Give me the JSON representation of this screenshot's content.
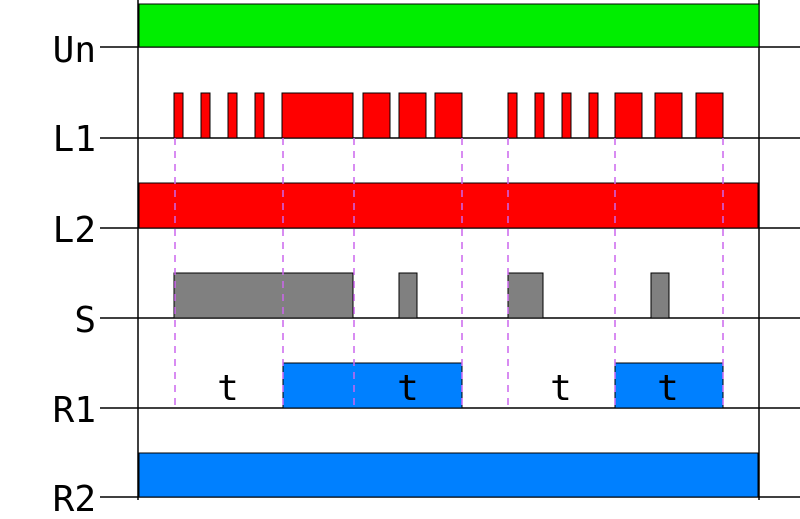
{
  "timing_diagram": {
    "rows": [
      {
        "label": "Un"
      },
      {
        "label": "L1"
      },
      {
        "label": "L2"
      },
      {
        "label": "S"
      },
      {
        "label": "R1"
      },
      {
        "label": "R2"
      }
    ],
    "time_label": "t",
    "colors": {
      "Un": "#00ee00",
      "L1": "#ff0000",
      "L2": "#ff0000",
      "S": "#808080",
      "R1": "#0080ff",
      "R2": "#0080ff",
      "marker": "#cc66ee",
      "frame": "#000000"
    }
  }
}
